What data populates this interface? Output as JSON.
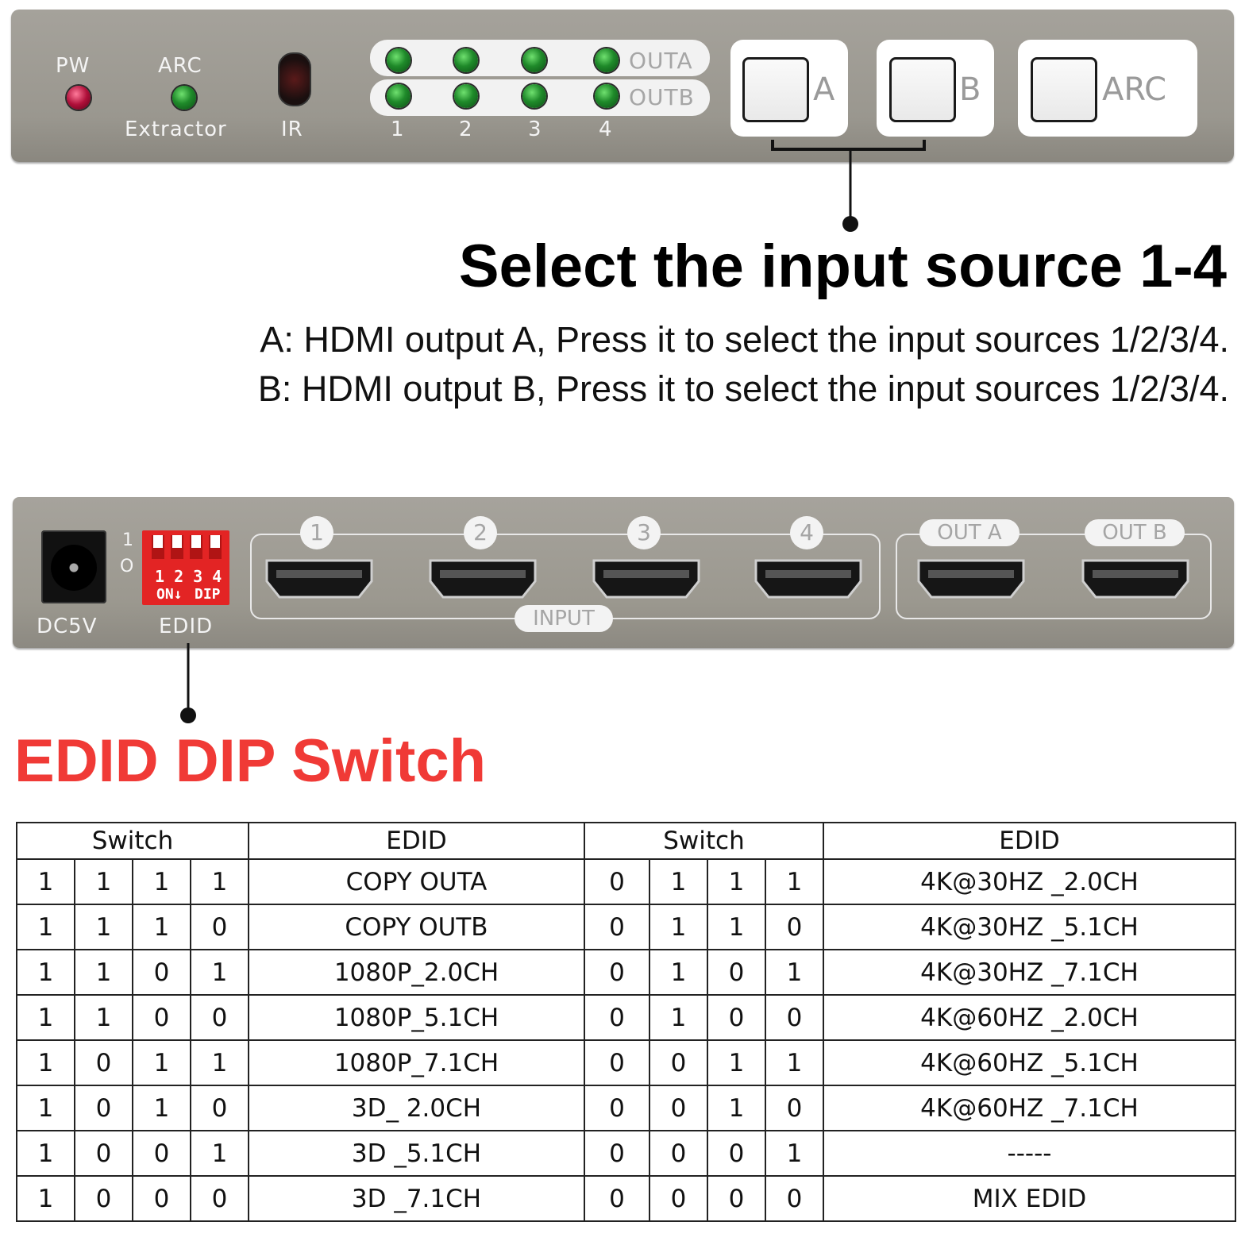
{
  "front_panel": {
    "pw_label": "PW",
    "arc_label": "ARC",
    "extractor_label": "Extractor",
    "ir_label": "IR",
    "outa_label": "OUTA",
    "outb_label": "OUTB",
    "input_numbers": [
      "1",
      "2",
      "3",
      "4"
    ],
    "button_a": "A",
    "button_b": "B",
    "button_arc": "ARC"
  },
  "rear_panel": {
    "dip_one": "1",
    "dip_zero": "O",
    "dip_numbers": "1 2 3 4",
    "dip_on": "ON↓",
    "dip_dip": "DIP",
    "dc_label": "DC5V",
    "edid_label": "EDID",
    "input_ports": [
      "1",
      "2",
      "3",
      "4"
    ],
    "input_label": "INPUT",
    "out_a": "OUT A",
    "out_b": "OUT B"
  },
  "callout_input": {
    "title": "Select the input source 1-4",
    "line_a": "A: HDMI output A, Press it to select the input sources 1/2/3/4.",
    "line_b": "B: HDMI output B, Press it to select the input sources 1/2/3/4."
  },
  "callout_edid": {
    "title": "EDID DIP Switch"
  },
  "colors": {
    "panel": "#9b988f",
    "led_green": "#1f8a2a",
    "led_red": "#b0103a",
    "dip_red": "#e32424",
    "title_red": "#f03a36"
  },
  "table": {
    "headers": [
      "Switch",
      "EDID",
      "Switch",
      "EDID"
    ],
    "rows": [
      {
        "left_bits": [
          "1",
          "1",
          "1",
          "1"
        ],
        "left_edid": "COPY OUTA",
        "right_bits": [
          "0",
          "1",
          "1",
          "1"
        ],
        "right_edid": "4K@30HZ _2.0CH"
      },
      {
        "left_bits": [
          "1",
          "1",
          "1",
          "0"
        ],
        "left_edid": "COPY OUTB",
        "right_bits": [
          "0",
          "1",
          "1",
          "0"
        ],
        "right_edid": "4K@30HZ _5.1CH"
      },
      {
        "left_bits": [
          "1",
          "1",
          "0",
          "1"
        ],
        "left_edid": "1080P_2.0CH",
        "right_bits": [
          "0",
          "1",
          "0",
          "1"
        ],
        "right_edid": "4K@30HZ _7.1CH"
      },
      {
        "left_bits": [
          "1",
          "1",
          "0",
          "0"
        ],
        "left_edid": "1080P_5.1CH",
        "right_bits": [
          "0",
          "1",
          "0",
          "0"
        ],
        "right_edid": "4K@60HZ _2.0CH"
      },
      {
        "left_bits": [
          "1",
          "0",
          "1",
          "1"
        ],
        "left_edid": "1080P_7.1CH",
        "right_bits": [
          "0",
          "0",
          "1",
          "1"
        ],
        "right_edid": "4K@60HZ _5.1CH"
      },
      {
        "left_bits": [
          "1",
          "0",
          "1",
          "0"
        ],
        "left_edid": "3D_ 2.0CH",
        "right_bits": [
          "0",
          "0",
          "1",
          "0"
        ],
        "right_edid": "4K@60HZ _7.1CH"
      },
      {
        "left_bits": [
          "1",
          "0",
          "0",
          "1"
        ],
        "left_edid": "3D _5.1CH",
        "right_bits": [
          "0",
          "0",
          "0",
          "1"
        ],
        "right_edid": "-----"
      },
      {
        "left_bits": [
          "1",
          "0",
          "0",
          "0"
        ],
        "left_edid": "3D _7.1CH",
        "right_bits": [
          "0",
          "0",
          "0",
          "0"
        ],
        "right_edid": "MIX EDID"
      }
    ]
  }
}
